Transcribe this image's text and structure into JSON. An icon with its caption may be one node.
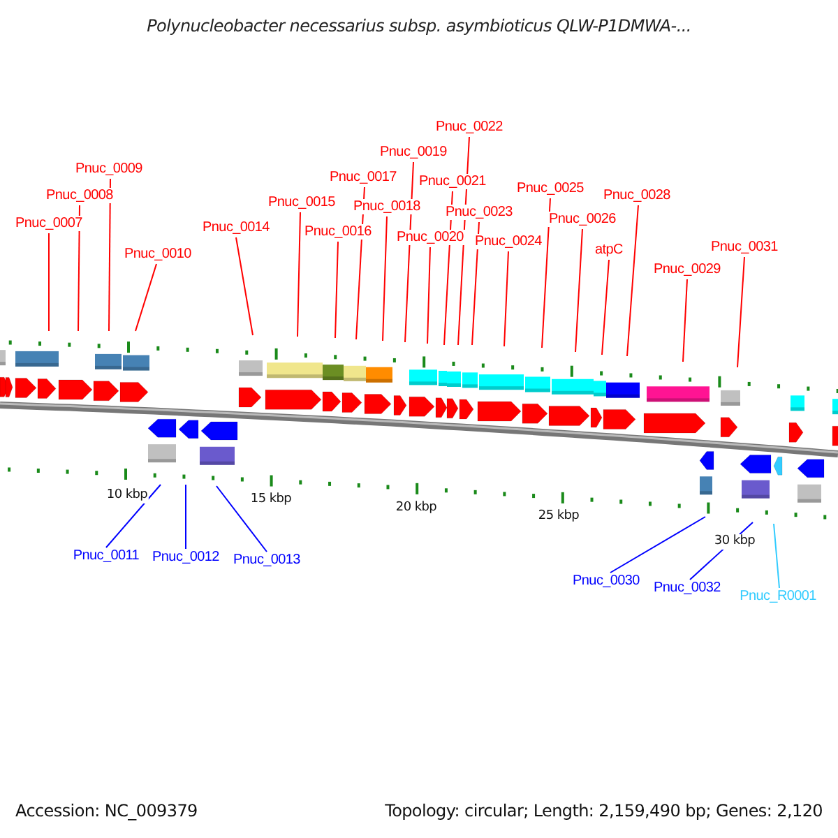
{
  "diagram": {
    "title": "Polynucleobacter necessarius subsp. asymbioticus QLW-P1DMWA-...",
    "nodes": [
      {
        "text": [
          "Pnuc_0007"
        ]
      },
      {
        "text": [
          "Pnuc_0008"
        ]
      },
      {
        "text": [
          "Pnuc_0009"
        ]
      },
      {
        "text": [
          "Pnuc_0010"
        ]
      },
      {
        "text": [
          "Pnuc_0014"
        ]
      },
      {
        "text": [
          "Pnuc_0015"
        ]
      },
      {
        "text": [
          "Pnuc_0016"
        ]
      },
      {
        "text": [
          "Pnuc_0017"
        ]
      },
      {
        "text": [
          "Pnuc_0018"
        ]
      },
      {
        "text": [
          "Pnuc_0019"
        ]
      },
      {
        "text": [
          "Pnuc_0020"
        ]
      },
      {
        "text": [
          "Pnuc_0021"
        ]
      },
      {
        "text": [
          "Pnuc_0022"
        ]
      },
      {
        "text": [
          "Pnuc_0023"
        ]
      },
      {
        "text": [
          "Pnuc_0024"
        ]
      },
      {
        "text": [
          "Pnuc_0025"
        ]
      },
      {
        "text": [
          "Pnuc_0026"
        ]
      },
      {
        "text": [
          "atpC"
        ]
      },
      {
        "text": [
          "Pnuc_0028"
        ]
      },
      {
        "text": [
          "Pnuc_0029"
        ]
      },
      {
        "text": [
          "Pnuc_0031"
        ]
      },
      {
        "text": [
          "Pnuc_0011"
        ]
      },
      {
        "text": [
          "Pnuc_0012"
        ]
      },
      {
        "text": [
          "Pnuc_0013"
        ]
      },
      {
        "text": [
          "Pnuc_0030"
        ]
      },
      {
        "text": [
          "Pnuc_0032"
        ]
      },
      {
        "text": [
          "Pnuc_R0001"
        ]
      }
    ],
    "edges": [
      {
        "from": 0,
        "to": null,
        "arrow": "none"
      },
      {
        "from": 1,
        "to": null,
        "arrow": "none"
      },
      {
        "from": 2,
        "to": null,
        "arrow": "none"
      },
      {
        "from": 3,
        "to": null,
        "arrow": "none"
      },
      {
        "from": 4,
        "to": null,
        "arrow": "none"
      },
      {
        "from": 5,
        "to": null,
        "arrow": "none"
      },
      {
        "from": 6,
        "to": null,
        "arrow": "none"
      },
      {
        "from": 7,
        "to": null,
        "arrow": "none"
      },
      {
        "from": 8,
        "to": null,
        "arrow": "none"
      },
      {
        "from": 9,
        "to": null,
        "arrow": "none"
      },
      {
        "from": 10,
        "to": null,
        "arrow": "none"
      },
      {
        "from": 11,
        "to": null,
        "arrow": "none"
      },
      {
        "from": 12,
        "to": null,
        "arrow": "none"
      },
      {
        "from": 13,
        "to": null,
        "arrow": "none"
      },
      {
        "from": 14,
        "to": null,
        "arrow": "none"
      },
      {
        "from": 15,
        "to": null,
        "arrow": "none"
      },
      {
        "from": 16,
        "to": null,
        "arrow": "none"
      },
      {
        "from": 17,
        "to": null,
        "arrow": "none"
      },
      {
        "from": 18,
        "to": null,
        "arrow": "none"
      },
      {
        "from": 19,
        "to": null,
        "arrow": "none"
      },
      {
        "from": 20,
        "to": null,
        "arrow": "none"
      },
      {
        "from": 21,
        "to": null,
        "arrow": "none",
        "color": "#0000ff"
      },
      {
        "from": 22,
        "to": null,
        "arrow": "none",
        "color": "#0000ff"
      },
      {
        "from": 23,
        "to": null,
        "arrow": "none",
        "color": "#0000ff"
      },
      {
        "from": 24,
        "to": null,
        "arrow": "none",
        "color": "#0000ff"
      },
      {
        "from": 25,
        "to": null,
        "arrow": "none",
        "color": "#0000ff"
      },
      {
        "from": 26,
        "to": null,
        "arrow": "none",
        "color": "#33ccff"
      }
    ],
    "labels": [
      "10 kbp",
      "15 kbp",
      "20 kbp",
      "25 kbp",
      "30 kbp",
      "Accession: NC_009379",
      "Topology: circular; Length: 2,159,490 bp; Genes: 2,120"
    ]
  }
}
